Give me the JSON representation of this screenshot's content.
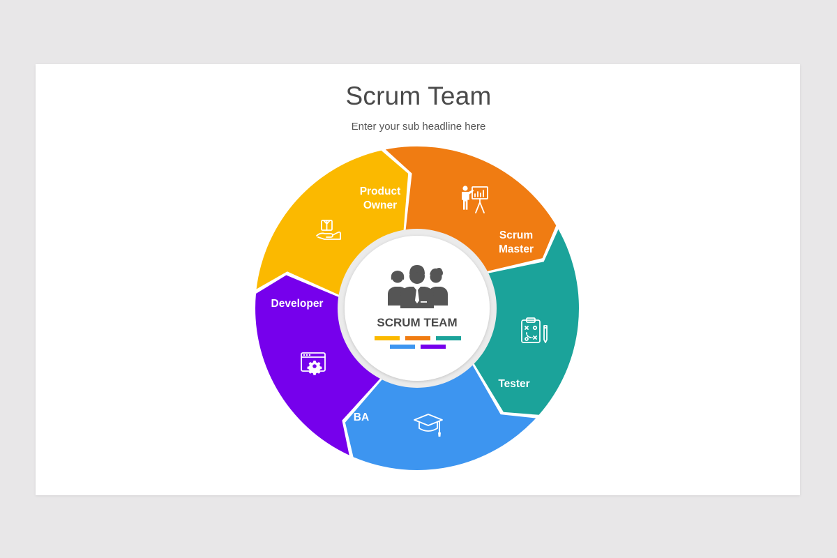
{
  "slide": {
    "title": "Scrum Team",
    "subtitle": "Enter your sub headline here"
  },
  "center": {
    "label": "SCRUM TEAM",
    "icon": "team-people-icon",
    "color_bars": [
      "#fbb900",
      "#f07c12",
      "#1ba39a",
      "#3d95f0",
      "#7600ec"
    ]
  },
  "segments": [
    {
      "id": "product-owner",
      "label_lines": [
        "Product",
        "Owner"
      ],
      "color": "#fbb900",
      "icon": "hand-holding-box-icon"
    },
    {
      "id": "scrum-master",
      "label_lines": [
        "Scrum",
        "Master"
      ],
      "color": "#f07c12",
      "icon": "presenter-board-icon"
    },
    {
      "id": "tester",
      "label_lines": [
        "Tester"
      ],
      "color": "#1ba39a",
      "icon": "clipboard-strategy-icon"
    },
    {
      "id": "ba",
      "label_lines": [
        "BA"
      ],
      "color": "#3d95f0",
      "icon": "graduation-cap-icon"
    },
    {
      "id": "developer",
      "label_lines": [
        "Developer"
      ],
      "color": "#7600ec",
      "icon": "browser-gear-icon"
    }
  ]
}
